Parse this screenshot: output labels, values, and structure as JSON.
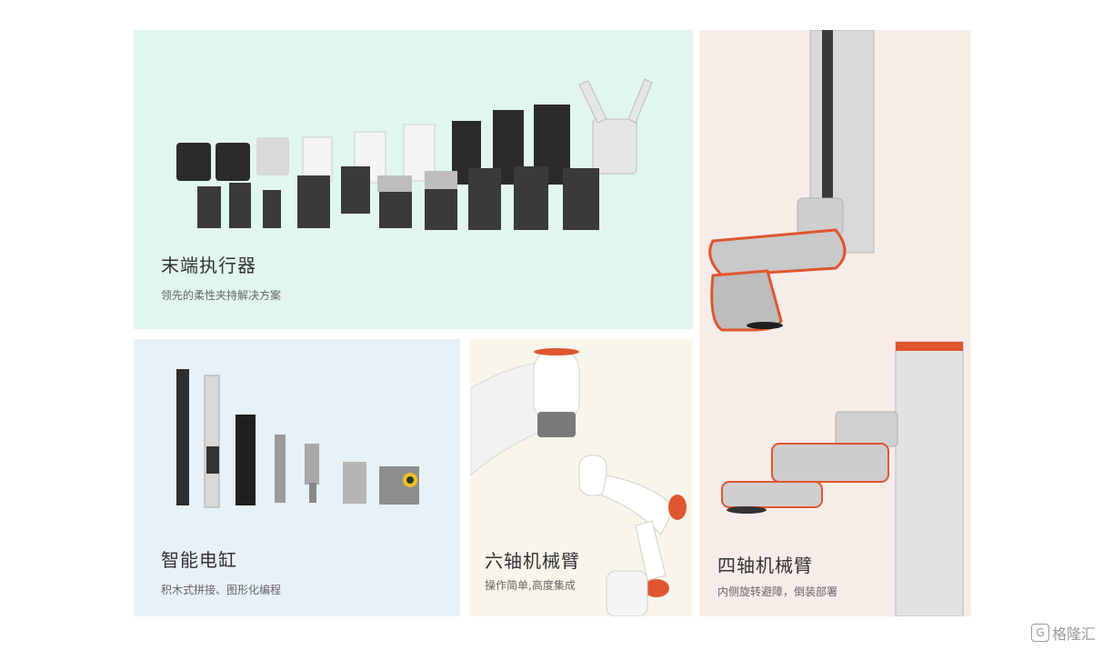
{
  "cards": {
    "end_effector": {
      "title": "末端执行器",
      "subtitle": "领先的柔性夹持解决方案"
    },
    "electric_cylinder": {
      "title": "智能电缸",
      "subtitle": "积木式拼接、图形化编程"
    },
    "six_axis": {
      "title": "六轴机械臂",
      "subtitle": "操作简单,高度集成"
    },
    "four_axis": {
      "title": "四轴机械臂",
      "subtitle": "内侧旋转避障，倒装部署"
    }
  },
  "watermark": {
    "text": "格隆汇",
    "icon": "gelonghui-logo-icon"
  },
  "colors": {
    "end_effector_bg": "#e1f6ef",
    "electric_cylinder_bg": "#e7f1f8",
    "six_axis_bg": "#f8f6ea",
    "four_axis_bg": "#f8ece9",
    "accent_orange": "#e0562e"
  }
}
